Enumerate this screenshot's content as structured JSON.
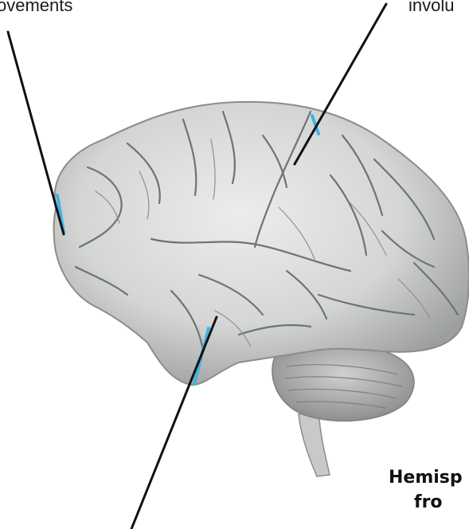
{
  "labels": {
    "top_left": "ovements",
    "top_right": "involu"
  },
  "caption": {
    "line1": "Hemisp",
    "line2": "fro"
  },
  "colors": {
    "brain_fill": "#d9dbd9",
    "brain_shadow": "#8f9290",
    "sulcus": "#6e7270",
    "cerebellum": "#a8aaa8",
    "highlight": "#3fb3e3",
    "leader_line": "#111111"
  },
  "figure": {
    "subject": "brain-lateral-view-photo",
    "pointers": [
      "frontal-pointer",
      "parietal-pointer",
      "temporal-pointer"
    ]
  }
}
